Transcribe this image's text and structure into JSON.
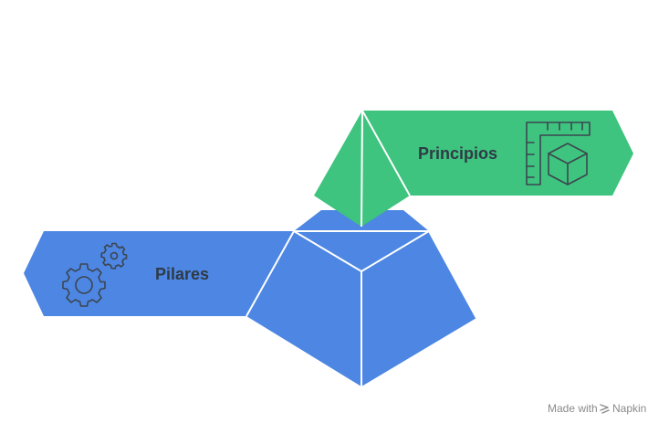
{
  "diagram": {
    "layers": [
      {
        "label": "Principios",
        "color": "#3ec47e",
        "icon": "ruler-cube-icon"
      },
      {
        "label": "Pilares",
        "color": "#4d86e3",
        "icon": "gears-icon"
      }
    ]
  },
  "watermark": {
    "prefix": "Made with",
    "brand": "Napkin"
  }
}
